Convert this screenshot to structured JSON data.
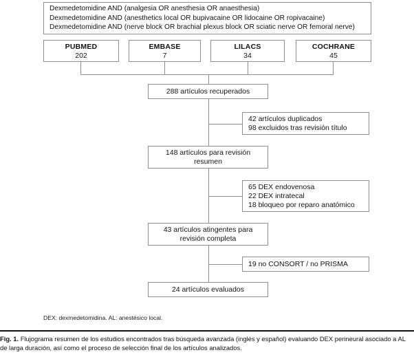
{
  "figure": {
    "query_box": {
      "lines": [
        "Dexmedetomidine AND (analgesia OR anesthesia OR anaesthesia)",
        "Dexmedetomidine AND (anesthetics local OR bupivacaine OR lidocaine OR ropivacaine)",
        "Dexmedetomidine AND (nerve block OR brachial plexus block OR sciatic nerve OR femoral nerve)"
      ]
    },
    "databases": [
      {
        "name": "PUBMED",
        "count": "202"
      },
      {
        "name": "EMBASE",
        "count": "7"
      },
      {
        "name": "LILACS",
        "count": "34"
      },
      {
        "name": "COCHRANE",
        "count": "45"
      }
    ],
    "stages": [
      {
        "id": "retrieved",
        "lines": [
          "288 artículos recuperados"
        ]
      },
      {
        "id": "abstract",
        "lines": [
          "148 artículos para revisión",
          "resumen"
        ]
      },
      {
        "id": "fulltext",
        "lines": [
          "43 artículos atingentes para",
          "revisión completa"
        ]
      },
      {
        "id": "final",
        "lines": [
          "24 artículos evaluados"
        ]
      }
    ],
    "exclusions": [
      {
        "id": "excl-1",
        "lines": [
          "42 artículos duplicados",
          "98 excluidos tras revisión título"
        ]
      },
      {
        "id": "excl-2",
        "lines": [
          "65 DEX endovenosa",
          "22 DEX intratecal",
          "18 bloqueo por reparo anatómico"
        ]
      },
      {
        "id": "excl-3",
        "lines": [
          "19 no CONSORT / no PRISMA"
        ]
      }
    ],
    "legend": "DEX: dexmedetomidina. AL: anestésico local.",
    "caption": {
      "label": "Fig. 1.",
      "text": "Flujograma resumen de los estudios encontrados tras búsqueda avanzada (inglés y español) evaluando DEX perineural asociado a AL de larga duración, así como el proceso de selección final de los artículos analizados."
    },
    "colors": {
      "border": "#8d8d8d",
      "text": "#121212",
      "rule": "#111111",
      "background": "#ffffff"
    }
  }
}
